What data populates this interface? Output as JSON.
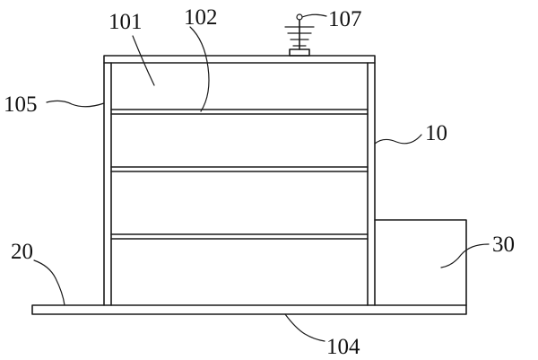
{
  "labels": {
    "l101": "101",
    "l102": "102",
    "l107": "107",
    "l105": "105",
    "l10": "10",
    "l20": "20",
    "l30": "30",
    "l104": "104"
  }
}
